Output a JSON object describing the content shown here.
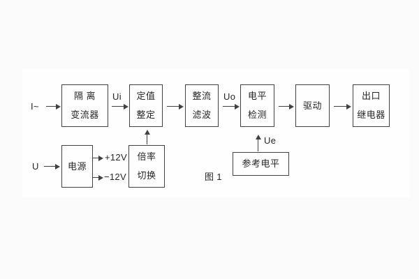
{
  "figure": {
    "caption": "图 1"
  },
  "labels": {
    "input_current": "I~",
    "input_voltage": "U",
    "signal_ui": "Ui",
    "signal_uo": "Uo",
    "signal_ue": "Ue",
    "rail_plus_12v": "+12V",
    "rail_minus_12v": "−12V"
  },
  "blocks": {
    "isolation_transformer": {
      "line1": "隔 离",
      "line2": "变流器"
    },
    "setting_adjust": {
      "line1": "定值",
      "line2": "整定"
    },
    "rectify_filter": {
      "line1": "整流",
      "line2": "滤波"
    },
    "level_detect": {
      "line1": "电平",
      "line2": "检测"
    },
    "drive": {
      "line1": "驱动"
    },
    "outlet_relay": {
      "line1": "出口",
      "line2": "继电器"
    },
    "power_supply": {
      "line1": "电源"
    },
    "ratio_switch": {
      "line1": "倍率",
      "line2": "切换"
    },
    "reference_level": {
      "line1": "参考电平"
    }
  },
  "colors": {
    "line": "#414141",
    "text": "#262626",
    "bg": "#fbfbfb",
    "card": "#fefefe"
  }
}
